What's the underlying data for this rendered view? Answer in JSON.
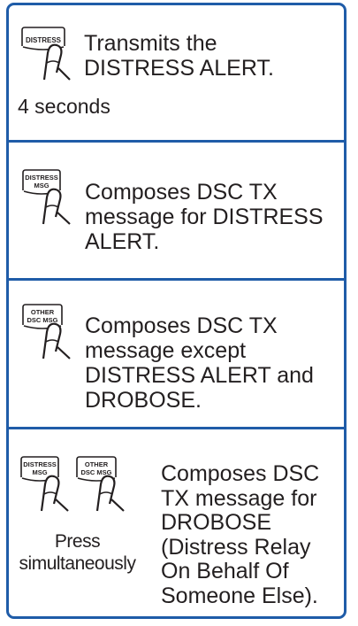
{
  "colors": {
    "border": "#1f5ca8",
    "text": "#231f20"
  },
  "sections": [
    {
      "keys": [
        {
          "icon": "distress-key-icon",
          "label_lines": [
            "DISTRESS"
          ]
        }
      ],
      "description_lines": [
        "Transmits the",
        "DISTRESS ALERT."
      ],
      "hold_note": "4 seconds"
    },
    {
      "keys": [
        {
          "icon": "distress-msg-key-icon",
          "label_lines": [
            "DISTRESS",
            "MSG"
          ]
        }
      ],
      "description_lines": [
        "Composes DSC TX",
        "message for DISTRESS",
        "ALERT."
      ]
    },
    {
      "keys": [
        {
          "icon": "other-dsc-msg-key-icon",
          "label_lines": [
            "OTHER",
            "DSC MSG"
          ]
        }
      ],
      "description_lines": [
        "Composes DSC TX",
        "message except",
        "DISTRESS ALERT and",
        "DROBOSE."
      ]
    },
    {
      "keys": [
        {
          "icon": "distress-msg-key-icon",
          "label_lines": [
            "DISTRESS",
            "MSG"
          ]
        },
        {
          "icon": "other-dsc-msg-key-icon",
          "label_lines": [
            "OTHER",
            "DSC MSG"
          ]
        }
      ],
      "press_note_lines": [
        "Press",
        "simultaneously"
      ],
      "description_lines": [
        "Composes DSC",
        "TX message for",
        "DROBOSE",
        "(Distress Relay",
        "On Behalf Of",
        "Someone Else)."
      ]
    }
  ]
}
